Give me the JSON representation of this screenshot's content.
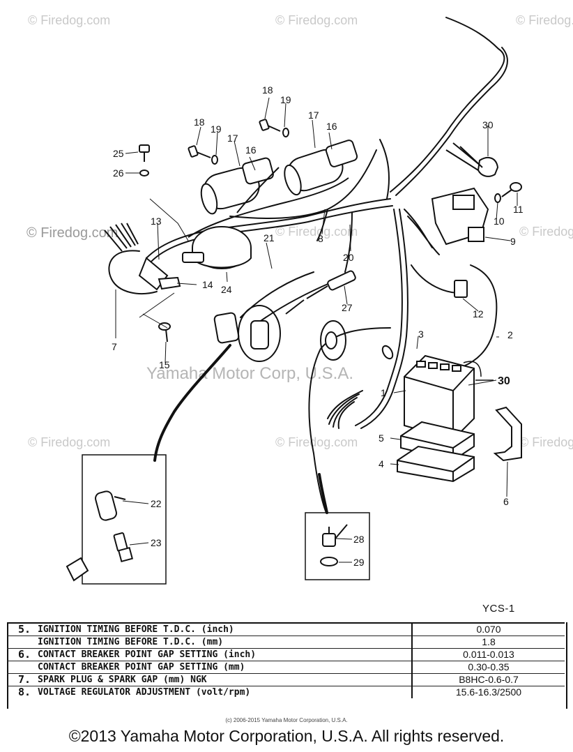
{
  "watermarks": {
    "site": "© Firedog.com",
    "center": "Yamaha Motor Corp, U.S.A."
  },
  "callouts": {
    "n1": "1",
    "n2": "2",
    "n3": "3",
    "n4": "4",
    "n5": "5",
    "n6": "6",
    "n7": "7",
    "n8": "8",
    "n9": "9",
    "n10": "10",
    "n11": "11",
    "n12": "12",
    "n13": "13",
    "n14": "14",
    "n15": "15",
    "n16a": "16",
    "n16b": "16",
    "n17a": "17",
    "n17b": "17",
    "n18a": "18",
    "n18b": "18",
    "n19a": "19",
    "n19b": "19",
    "n20": "20",
    "n21": "21",
    "n22": "22",
    "n23": "23",
    "n24": "24",
    "n25": "25",
    "n26": "26",
    "n27": "27",
    "n28": "28",
    "n29": "29",
    "n30a": "30",
    "n30b": "30"
  },
  "model": "YCS-1",
  "spec_rows": [
    {
      "num": "5.",
      "desc": "IGNITION TIMING BEFORE T.D.C. (inch)",
      "value": "0.070"
    },
    {
      "num": "",
      "desc": "IGNITION TIMING BEFORE T.D.C. (mm)",
      "value": "1.8"
    },
    {
      "num": "6.",
      "desc": "CONTACT BREAKER POINT GAP SETTING (inch)",
      "value": "0.011-0.013"
    },
    {
      "num": "",
      "desc": "CONTACT BREAKER POINT GAP SETTING (mm)",
      "value": "0.30-0.35"
    },
    {
      "num": "7.",
      "desc": "SPARK PLUG & SPARK GAP (mm)  NGK",
      "value": "B8HC-0.6-0.7"
    },
    {
      "num": "8.",
      "desc": "VOLTAGE REGULATOR ADJUSTMENT (volt/rpm)",
      "value": "15.6-16.3/2500"
    }
  ],
  "small_copyright": "(c) 2006-2015 Yamaha Motor Corporation, U.S.A.",
  "copyright": "©2013 Yamaha Motor Corporation, U.S.A. All rights reserved."
}
